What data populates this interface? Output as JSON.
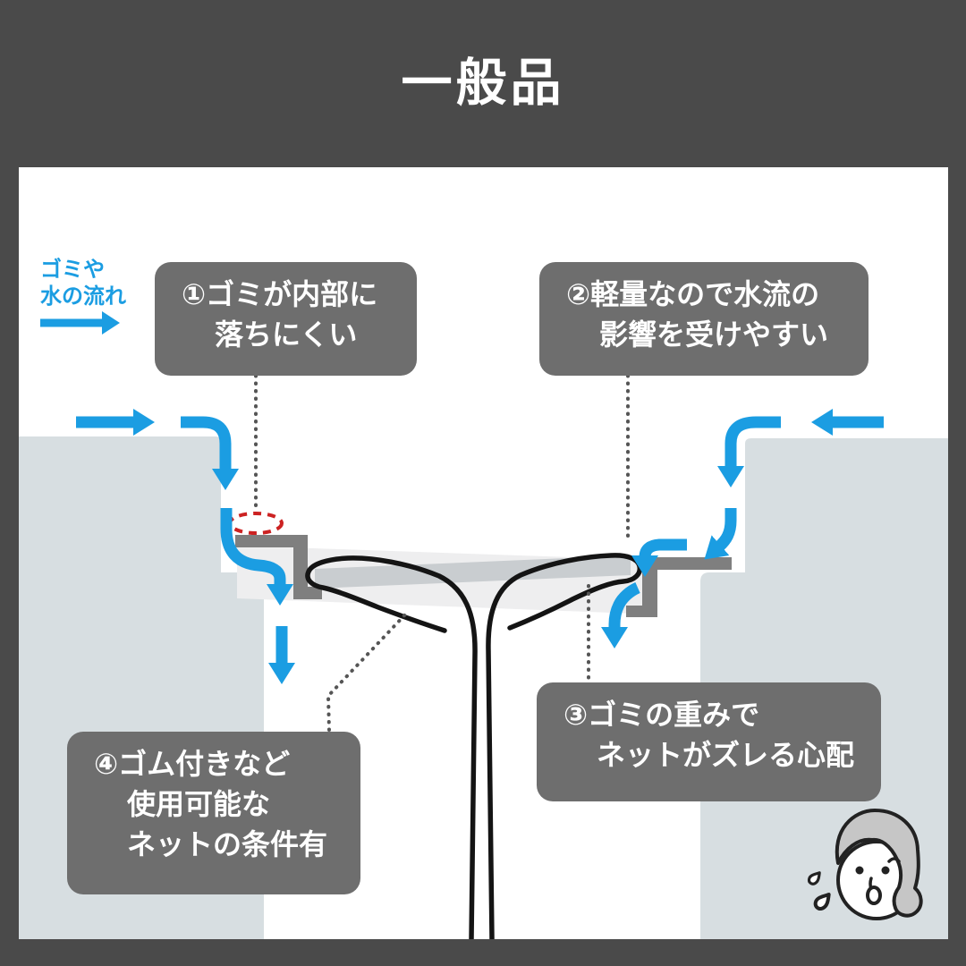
{
  "title": "一般品",
  "flow_label": {
    "line1": "ゴミや",
    "line2": "水の流れ"
  },
  "callouts": [
    {
      "lines": [
        "①ゴミが内部に",
        "落ちにくい"
      ]
    },
    {
      "lines": [
        "②軽量なので水流の",
        "影響を受けやすい"
      ]
    },
    {
      "lines": [
        "③ゴミの重みで",
        "ネットがズレる心配"
      ]
    },
    {
      "lines": [
        "④ゴム付きなど",
        "使用可能な",
        "ネットの条件有"
      ]
    }
  ],
  "colors": {
    "background": "#4a4a4a",
    "panel": "#ffffff",
    "callout_box": "#6e6e6e",
    "callout_text": "#ffffff",
    "accent_blue": "#1b9de2",
    "sink_wall": "#d7dee1",
    "flange_gray": "#7f7f7f",
    "plate_gray": "#c9cdd0",
    "basket_light": "#eeeeef",
    "net_black": "#141414",
    "highlight_red": "#cc2222",
    "connector_gray": "#555555",
    "hair_gray": "#c6c6c6",
    "face_outline": "#222222"
  },
  "icons": {
    "woman_face": "worried-woman-face",
    "sweat_drops": "sweat-drops",
    "flow_arrow": "right-arrow",
    "highlight": "red-dashed-ellipse"
  }
}
